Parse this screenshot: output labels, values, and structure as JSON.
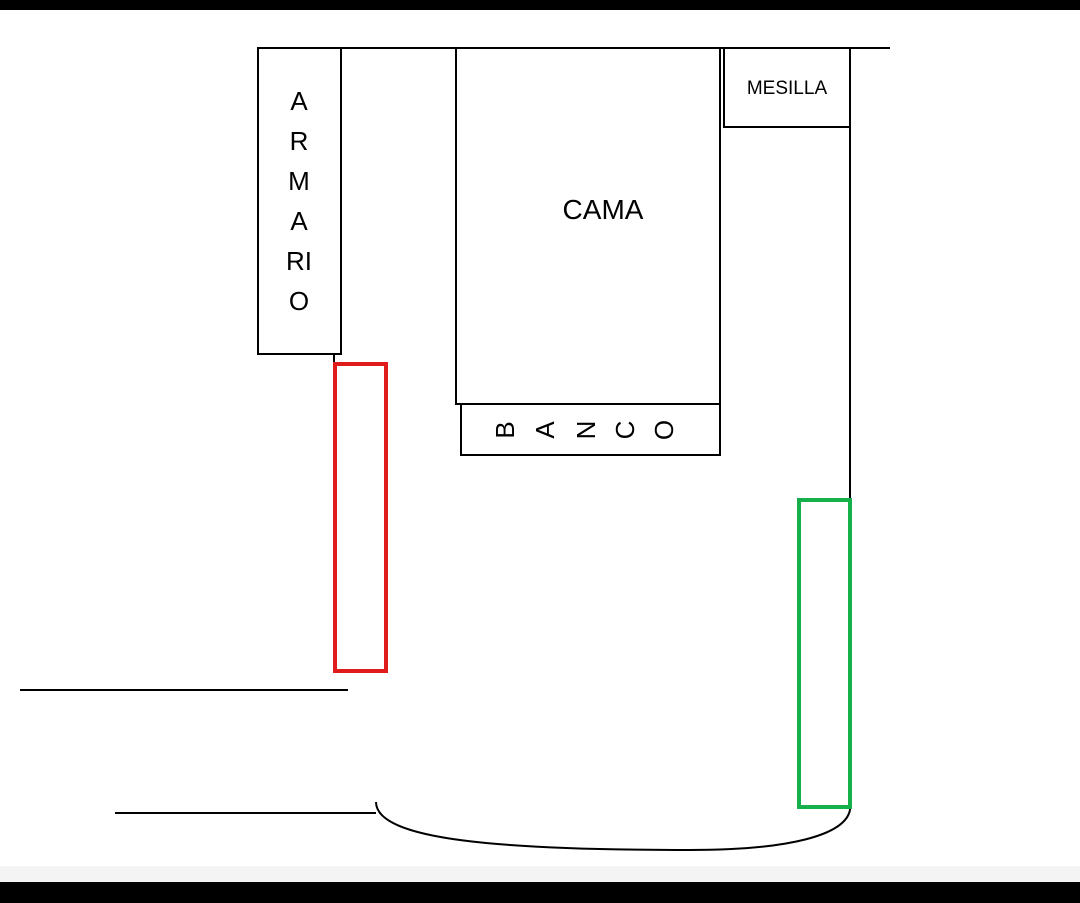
{
  "diagram": {
    "labels": {
      "wardrobe_letters": [
        "A",
        "R",
        "M",
        "A",
        "RI",
        "O"
      ],
      "bed": "CAMA",
      "nightstand": "MESILLA",
      "bench_letters": [
        "B",
        "A",
        "N",
        "C",
        "O"
      ]
    },
    "colors": {
      "background": "#000000",
      "paper": "#ffffff",
      "line": "#000000",
      "red_marker": "#e01b1b",
      "green_marker": "#16b04b"
    }
  }
}
